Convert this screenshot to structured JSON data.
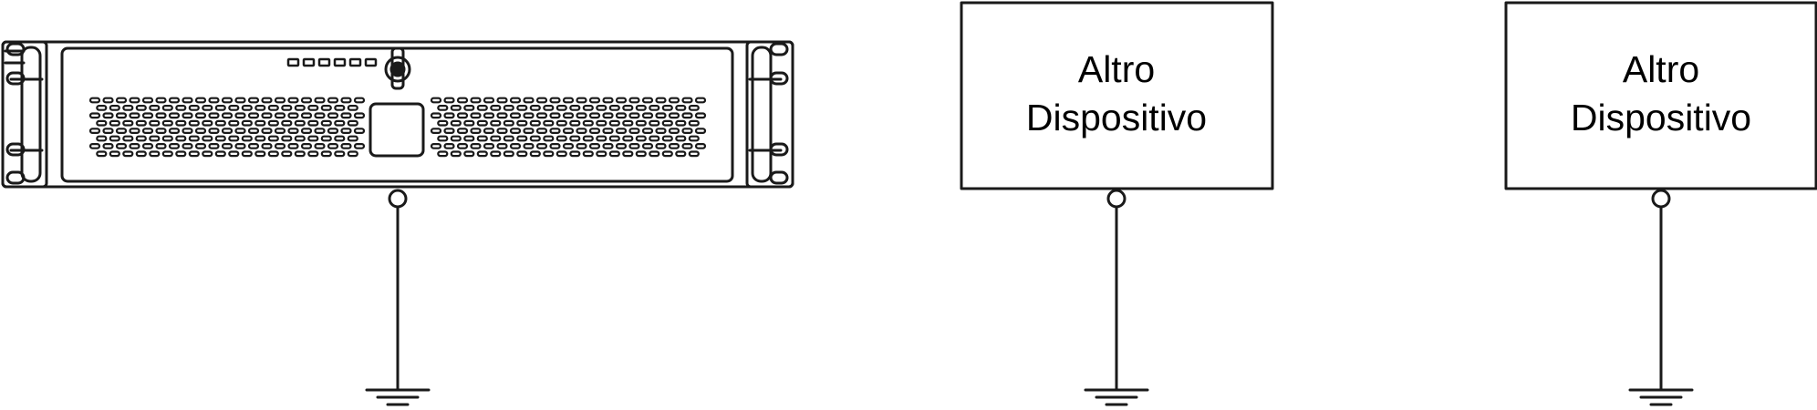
{
  "colors": {
    "stroke": "#1a1a1a",
    "background": "#ffffff"
  },
  "devices": [
    {
      "kind": "rack-server",
      "icon": "rack-server-2u-icon",
      "label_lines": [],
      "ground": "ground-symbol-icon"
    },
    {
      "kind": "box",
      "icon": "device-box",
      "label_lines": [
        "Altro",
        "Dispositivo"
      ],
      "ground": "ground-symbol-icon"
    },
    {
      "kind": "box",
      "icon": "device-box",
      "label_lines": [
        "Altro",
        "Dispositivo"
      ],
      "ground": "ground-symbol-icon"
    }
  ]
}
